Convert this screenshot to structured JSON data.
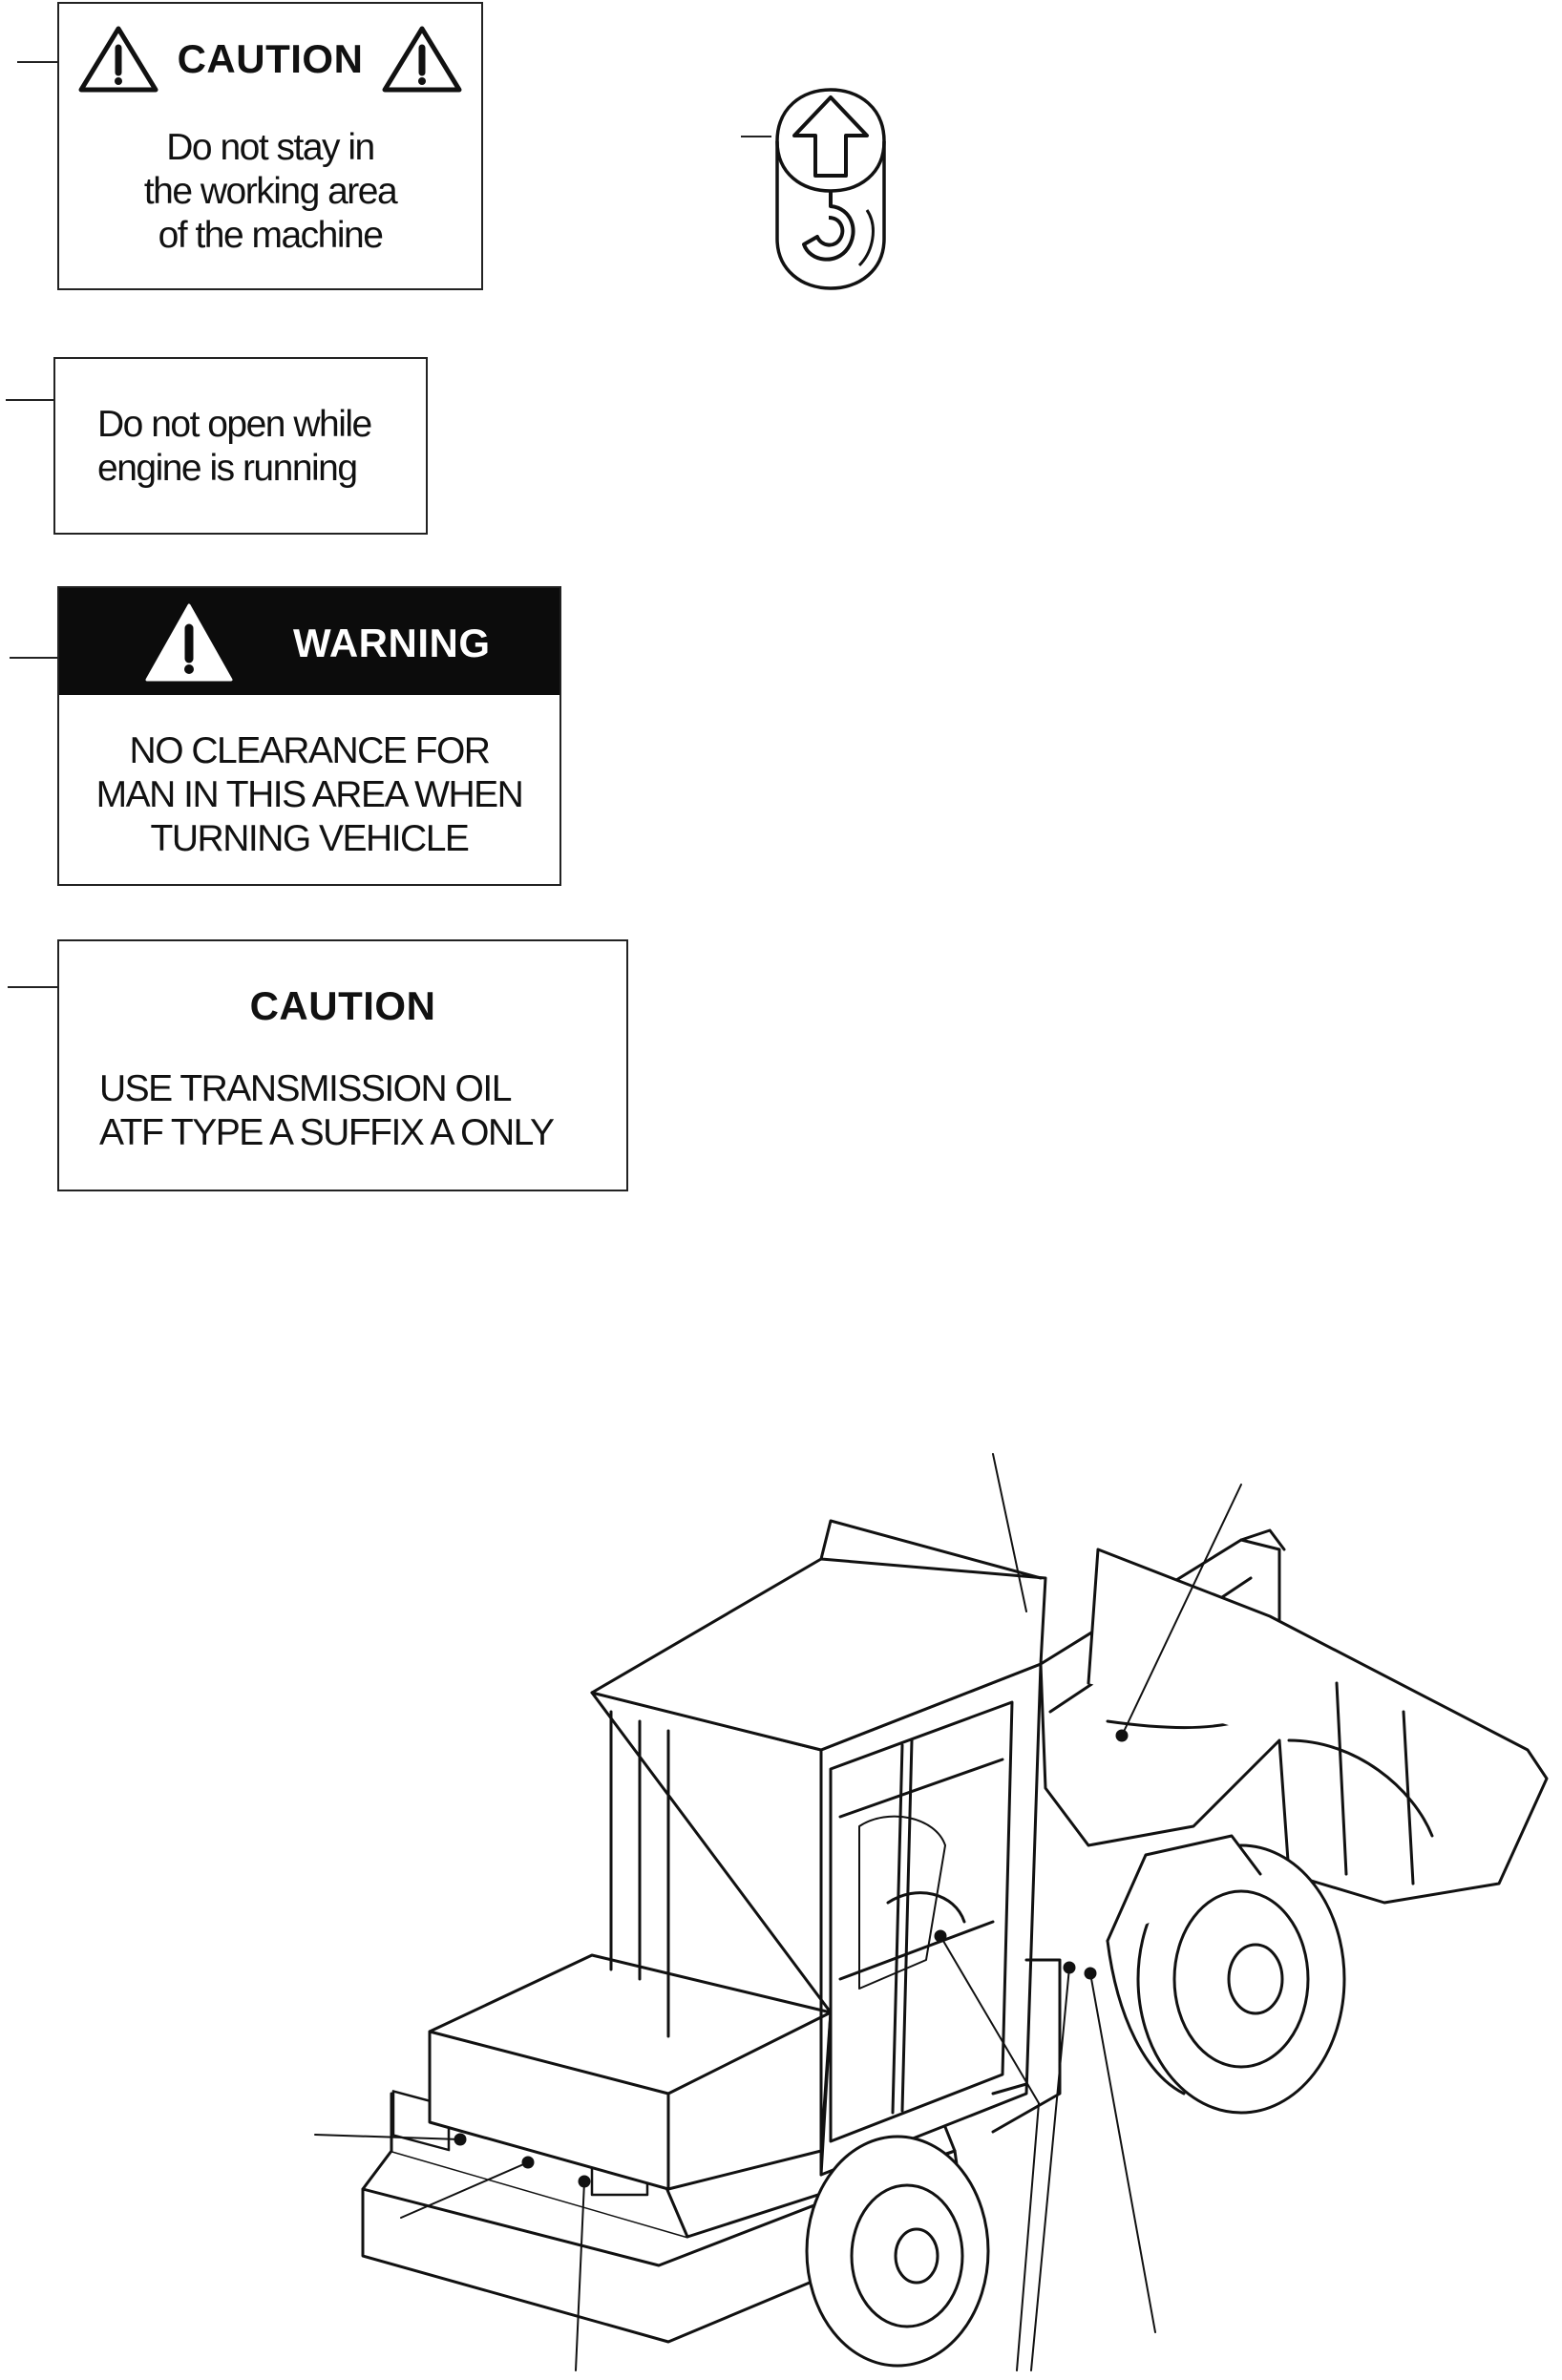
{
  "decal_caution_working_area": {
    "title": "CAUTION",
    "text": "Do not stay in\nthe working area\nof the machine",
    "icon": "warning-triangle-icon"
  },
  "decal_lifting_hook": {
    "icon": "lifting-hook-arrow-icon"
  },
  "decal_do_not_open": {
    "text": "Do not open while\nengine is running"
  },
  "decal_warning_clearance": {
    "title": "WARNING",
    "text": "NO CLEARANCE FOR\nMAN IN THIS AREA WHEN\nTURNING VEHICLE",
    "icon": "warning-triangle-icon",
    "header_color": "#0c0c0c"
  },
  "decal_caution_transmission": {
    "title": "CAUTION",
    "text": "USE TRANSMISSION OIL\nATF TYPE A SUFFIX A ONLY"
  },
  "illustration": {
    "subject": "wheel-loader-line-drawing"
  }
}
